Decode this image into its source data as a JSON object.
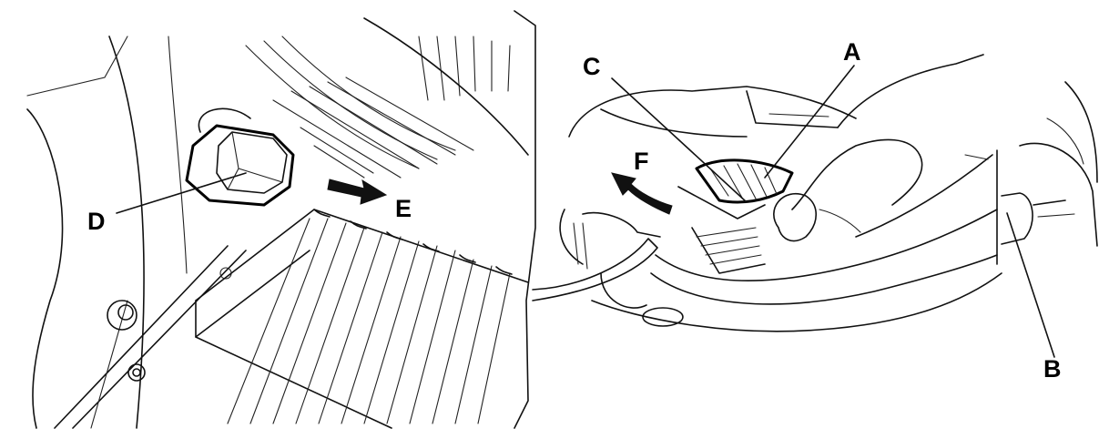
{
  "labels": {
    "a": "A",
    "b": "B",
    "c": "C",
    "d": "D",
    "e": "E",
    "f": "F"
  },
  "colors": {
    "ink": "#111111",
    "paper": "#ffffff"
  }
}
